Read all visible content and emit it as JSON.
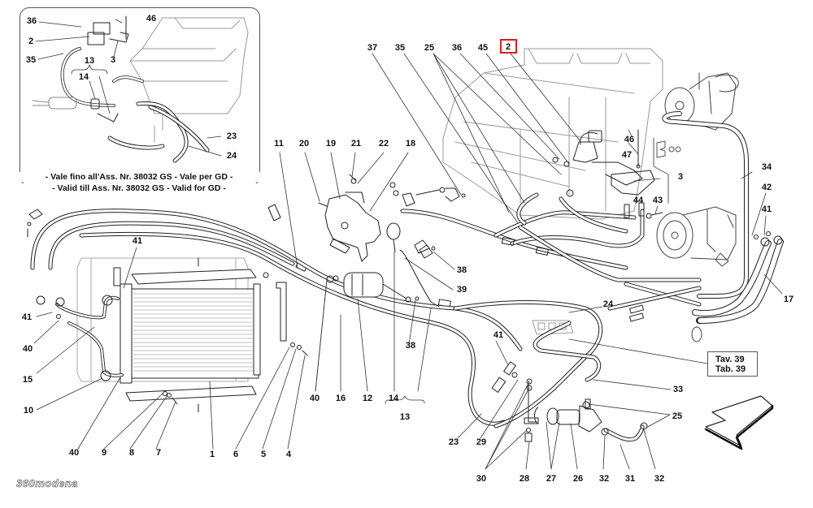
{
  "diagram": {
    "title": "Air conditioning system parts diagram",
    "highlighted_part": "2",
    "inset": {
      "labels": [
        "36",
        "2",
        "35",
        "13",
        "14",
        "46",
        "3",
        "23",
        "24"
      ],
      "caption_it": "- Vale fino all'Ass. Nr. 38032 GS - Vale per GD -",
      "caption_en": "- Valid till Ass. Nr. 38032 GS - Valid for GD -"
    },
    "reference_box": {
      "line1": "Tav. 39",
      "line2": "Tab. 39"
    },
    "logo_text": "360modena",
    "colors": {
      "highlight": "#d6211e",
      "line": "#222222",
      "ghost": "#9a9a9a"
    },
    "part_labels": {
      "p37": "37",
      "p35": "35",
      "p25a": "25",
      "p36": "36",
      "p45": "45",
      "p2": "2",
      "p11": "11",
      "p20": "20",
      "p19": "19",
      "p21": "21",
      "p22": "22",
      "p18": "18",
      "p46": "46",
      "p47": "47",
      "p3": "3",
      "p44": "44",
      "p43": "43",
      "p34": "34",
      "p42": "42",
      "p41r": "41",
      "p17": "17",
      "p24": "24",
      "p41a": "41",
      "p41b": "41",
      "p40a": "40",
      "p15": "15",
      "p10": "10",
      "p40b": "40",
      "p9": "9",
      "p8": "8",
      "p7": "7",
      "p1": "1",
      "p6": "6",
      "p5": "5",
      "p4": "4",
      "p40c": "40",
      "p16": "16",
      "p12": "12",
      "p14": "14",
      "p13": "13",
      "p38a": "38",
      "p39": "39",
      "p38b": "38",
      "p41c": "41",
      "p23": "23",
      "p29": "29",
      "p30": "30",
      "p28": "28",
      "p27": "27",
      "p26": "26",
      "p32a": "32",
      "p31": "31",
      "p32b": "32",
      "p33": "33",
      "p25b": "25"
    },
    "inset_labels": {
      "i36": "36",
      "i2": "2",
      "i35": "35",
      "i13": "13",
      "i14": "14",
      "i46": "46",
      "i3": "3",
      "i23": "23",
      "i24": "24"
    }
  }
}
